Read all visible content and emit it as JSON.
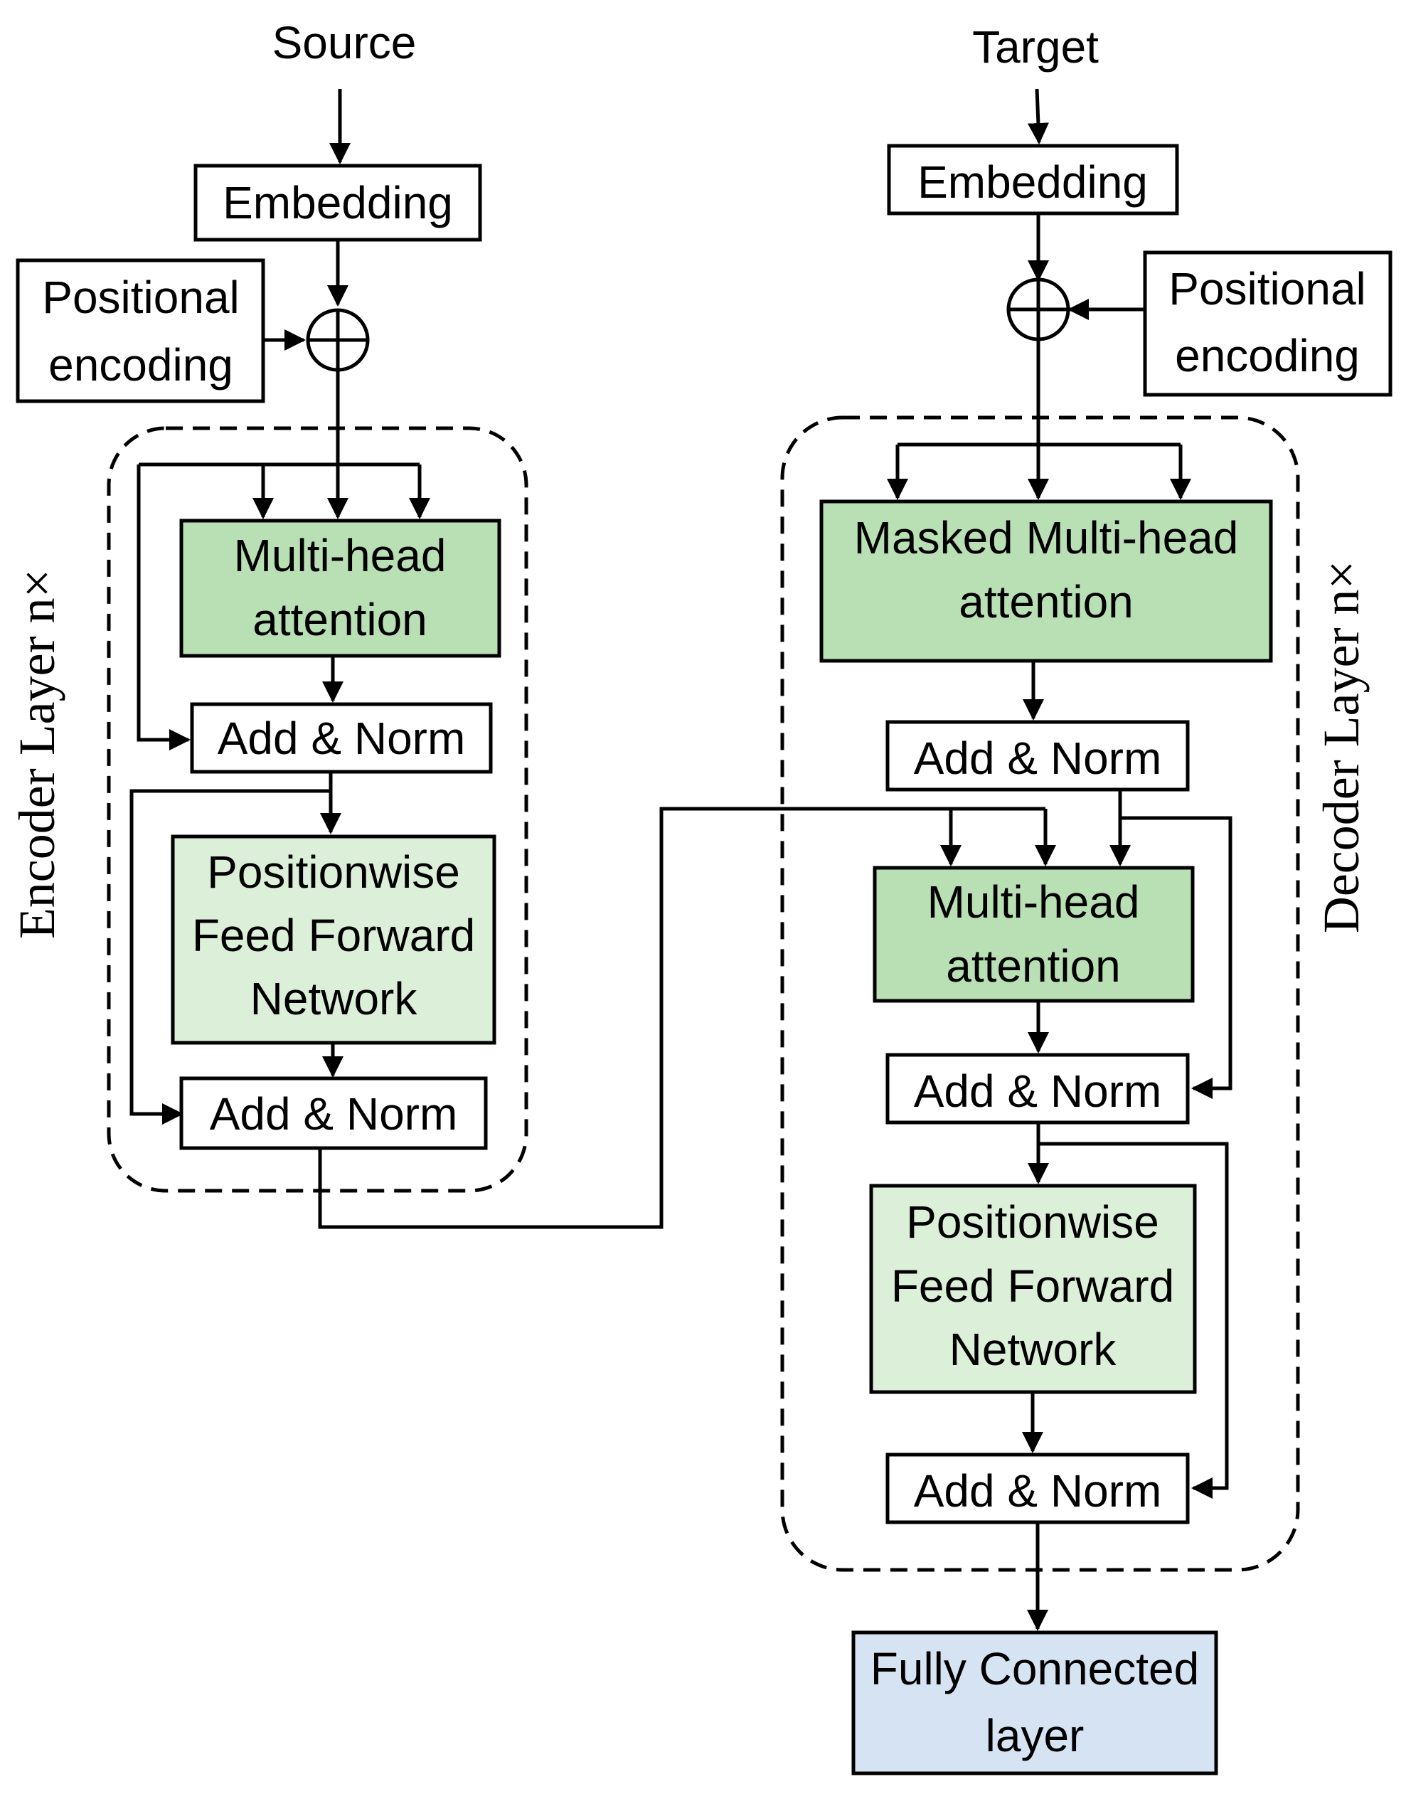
{
  "colors": {
    "attention": "#b9e0b4",
    "ffn": "#dcefd8",
    "fc": "#d6e3f3",
    "plain": "#ffffff",
    "line": "#000000"
  },
  "encoder": {
    "input": "Source",
    "embedding": "Embedding",
    "positional_line1": "Positional",
    "positional_line2": "encoding",
    "mha_line1": "Multi-head",
    "mha_line2": "attention",
    "addnorm1": "Add & Norm",
    "ffn_line1": "Positionwise",
    "ffn_line2": "Feed Forward",
    "ffn_line3": "Network",
    "addnorm2": "Add & Norm",
    "layer_label": "Encoder Layer n×"
  },
  "decoder": {
    "input": "Target",
    "embedding": "Embedding",
    "positional_line1": "Positional",
    "positional_line2": "encoding",
    "masked_line1": "Masked Multi-head",
    "masked_line2": "attention",
    "addnorm1": "Add & Norm",
    "mha_line1": "Multi-head",
    "mha_line2": "attention",
    "addnorm2": "Add & Norm",
    "ffn_line1": "Positionwise",
    "ffn_line2": "Feed Forward",
    "ffn_line3": "Network",
    "addnorm3": "Add & Norm",
    "layer_label": "Decoder Layer n×"
  },
  "output": {
    "fc_line1": "Fully Connected",
    "fc_line2": "layer"
  }
}
